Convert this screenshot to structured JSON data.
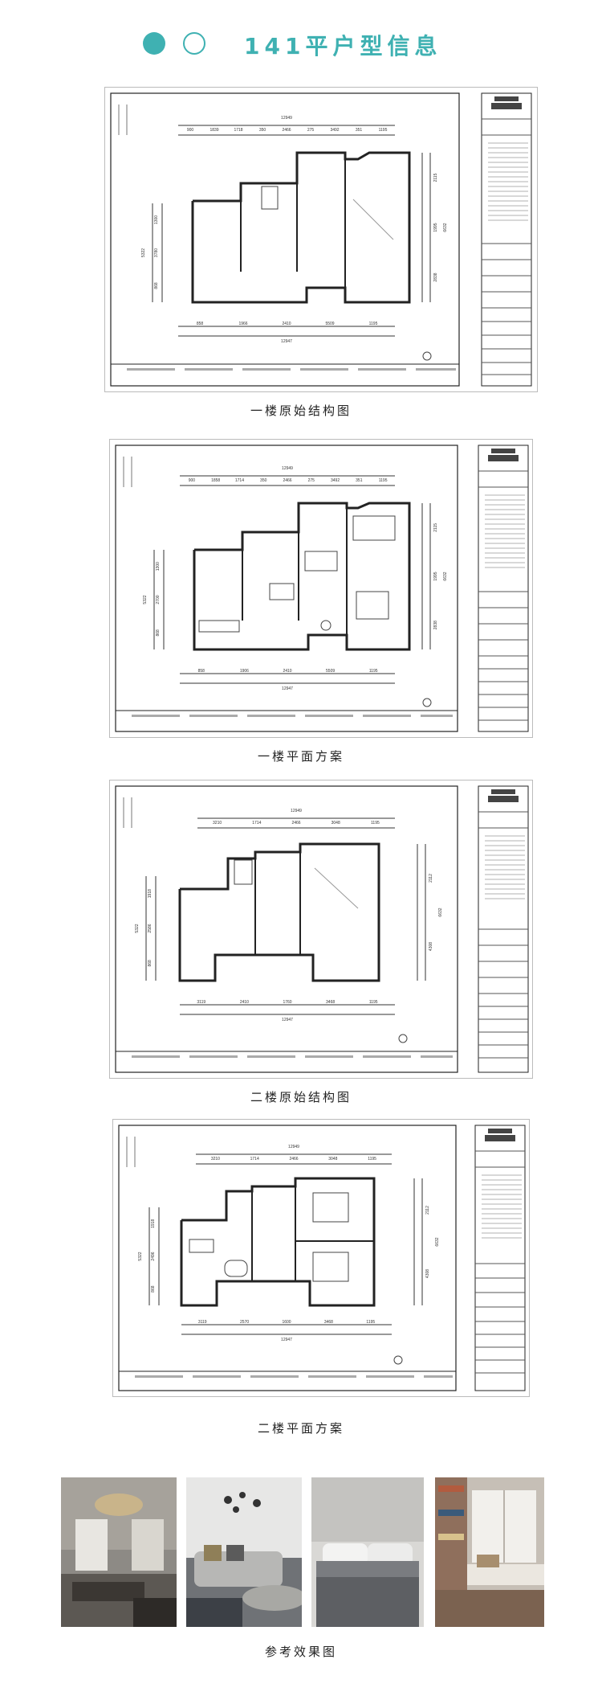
{
  "header": {
    "title": "141平户型信息",
    "accent_color": "#3fb1b2"
  },
  "plans": [
    {
      "caption": "一楼原始结构图",
      "top_dims": [
        "900",
        "1839",
        "1718",
        "350",
        "2466",
        "275",
        "3492",
        "351",
        "1195"
      ],
      "overall_top": "12949",
      "bottom_dims": [
        "858",
        "1966",
        "2410",
        "5509",
        "1195"
      ],
      "overall_bottom": "12947",
      "left_dims": [
        "1300",
        "3780",
        "868"
      ],
      "left_total": "5322",
      "right_dims": [
        "2115",
        "1995",
        "2838"
      ],
      "right_total": "6632"
    },
    {
      "caption": "一楼平面方案",
      "top_dims": [
        "900",
        "1858",
        "1714",
        "350",
        "2466",
        "275",
        "3492",
        "351",
        "1195"
      ],
      "overall_top": "12949",
      "bottom_dims": [
        "858",
        "1906",
        "2410",
        "5509",
        "1195"
      ],
      "overall_bottom": "12947",
      "left_dims": [
        "1300",
        "2700",
        "868"
      ],
      "left_total": "5322",
      "right_dims": [
        "2115",
        "1995",
        "2838"
      ],
      "right_total": "6632"
    },
    {
      "caption": "二楼原始结构图",
      "top_dims": [
        "3210",
        "1714",
        "2466",
        "3048",
        "1195"
      ],
      "overall_top": "12949",
      "bottom_dims": [
        "3119",
        "2410",
        "1760",
        "3468",
        "1195"
      ],
      "overall_bottom": "12947",
      "left_dims": [
        "1918",
        "2586",
        "868"
      ],
      "left_total": "5322",
      "right_dims": [
        "2112",
        "4308"
      ],
      "right_total": "6632"
    },
    {
      "caption": "二楼平面方案",
      "top_dims": [
        "3210",
        "1714",
        "2466",
        "3048",
        "1195"
      ],
      "overall_top": "12949",
      "bottom_dims": [
        "3119",
        "2570",
        "1600",
        "3468",
        "1195"
      ],
      "overall_bottom": "12947",
      "left_dims": [
        "1918",
        "2496",
        "868"
      ],
      "left_total": "5322",
      "right_dims": [
        "2112",
        "4308"
      ],
      "right_total": "6632"
    }
  ],
  "photos_caption": "参考效果图"
}
